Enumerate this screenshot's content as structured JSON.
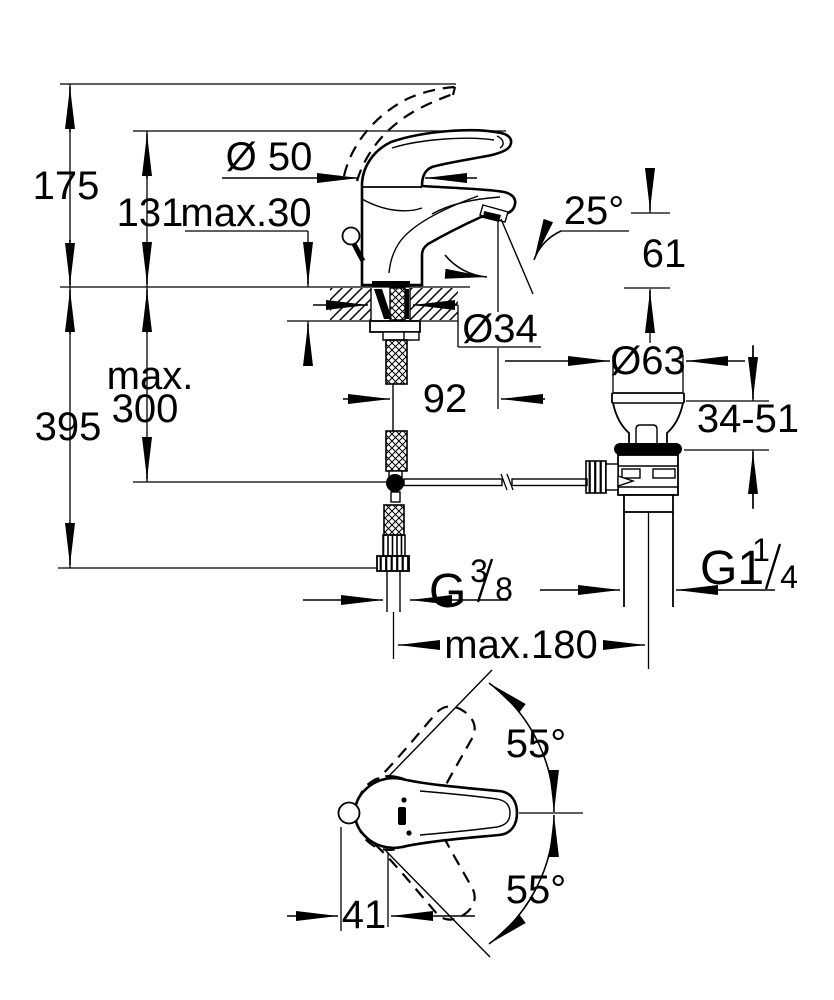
{
  "drawing": {
    "type": "technical-dimension-drawing",
    "subject": "single-lever basin mixer faucet with pop-up waste, front view and handle top view"
  },
  "colors": {
    "line": "#000000",
    "background": "#ffffff"
  },
  "labels": {
    "height_total": "175",
    "height_to_deck": "131",
    "deck_thickness": "max.30",
    "body_diameter": "Ø 50",
    "spout_angle": "25°",
    "spout_height": "61",
    "hole_diameter": "Ø34",
    "spout_reach": "92",
    "waste_flange_diameter": "Ø63",
    "basin_range": "34-51",
    "hose_depth_line1": "max.",
    "hose_depth_line2": "300",
    "depth_total": "395",
    "supply_thread_base": "G",
    "supply_thread_numerator": "3",
    "supply_thread_denominator": "8",
    "waste_thread_base": "G1",
    "waste_thread_numerator": "1",
    "waste_thread_denominator": "4",
    "rod_reach": "max.180",
    "swivel_angle_upper": "55°",
    "swivel_angle_lower": "55°",
    "handle_offset": "41"
  }
}
